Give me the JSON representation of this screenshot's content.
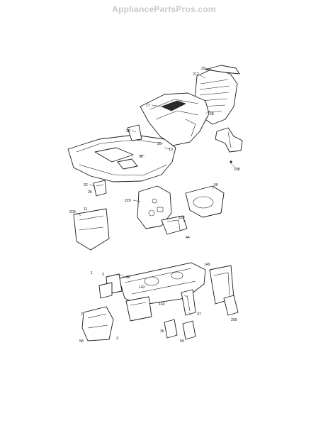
{
  "watermark": "AppliancePartsPros.com",
  "callouts": [
    {
      "id": "c-29-top",
      "text": "29"
    },
    {
      "id": "c-212",
      "text": "212"
    },
    {
      "id": "c-17",
      "text": "17"
    },
    {
      "id": "c-28",
      "text": "28"
    },
    {
      "id": "c-38",
      "text": "38"
    },
    {
      "id": "c-25",
      "text": "25"
    },
    {
      "id": "c-10",
      "text": "10"
    },
    {
      "id": "c-30",
      "text": "30"
    },
    {
      "id": "c-208-r",
      "text": "208"
    },
    {
      "id": "c-32",
      "text": "32"
    },
    {
      "id": "c-26",
      "text": "26"
    },
    {
      "id": "c-229",
      "text": "229"
    },
    {
      "id": "c-56",
      "text": "56"
    },
    {
      "id": "c-228",
      "text": "228"
    },
    {
      "id": "c-209",
      "text": "209"
    },
    {
      "id": "c-11",
      "text": "11"
    },
    {
      "id": "c-44",
      "text": "44"
    },
    {
      "id": "c-149",
      "text": "149"
    },
    {
      "id": "c-3a",
      "text": "3"
    },
    {
      "id": "c-1",
      "text": "1"
    },
    {
      "id": "c-60",
      "text": "60"
    },
    {
      "id": "c-142",
      "text": "142"
    },
    {
      "id": "c-143",
      "text": "143"
    },
    {
      "id": "c-37",
      "text": "37"
    },
    {
      "id": "c-2",
      "text": "2"
    },
    {
      "id": "c-3b",
      "text": "3"
    },
    {
      "id": "c-58",
      "text": "58"
    },
    {
      "id": "c-36",
      "text": "36"
    },
    {
      "id": "c-209-b",
      "text": "209"
    },
    {
      "id": "c-59",
      "text": "59"
    }
  ]
}
